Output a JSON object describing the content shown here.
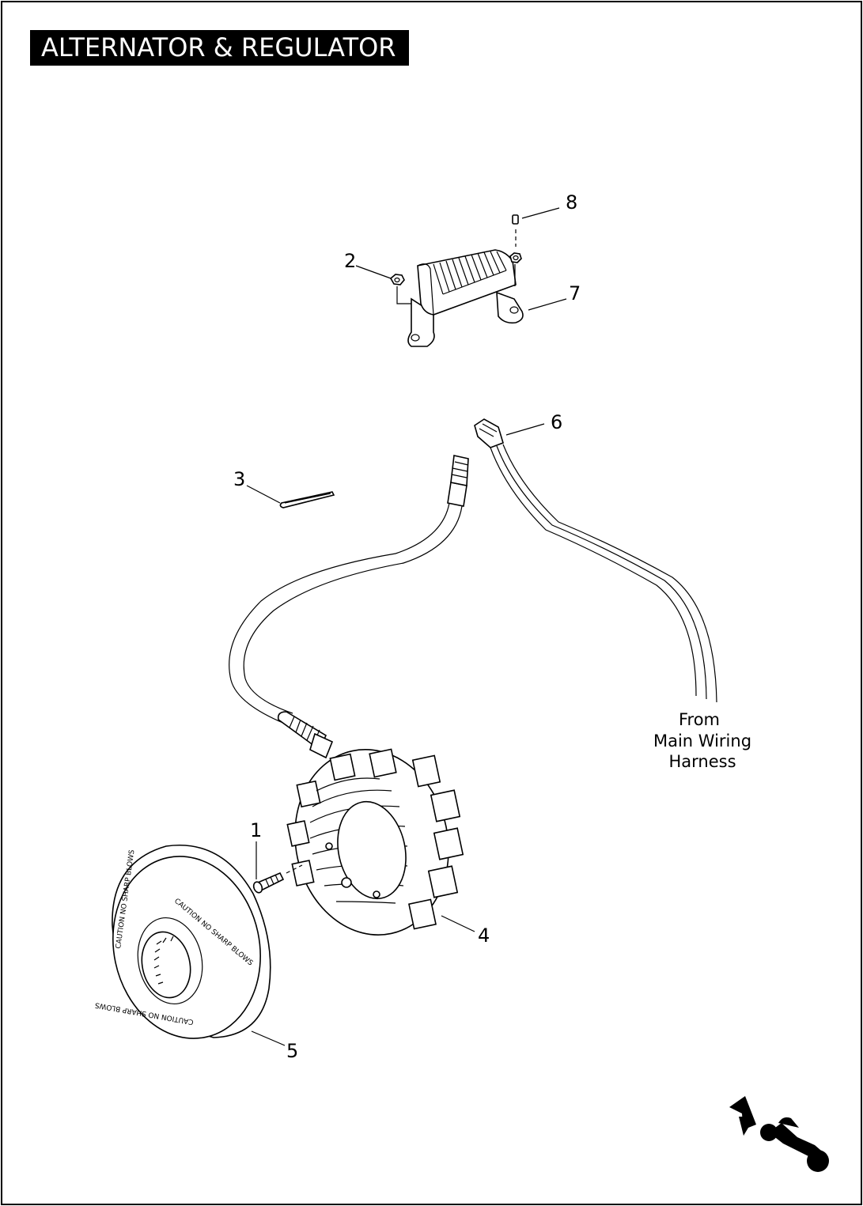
{
  "title": "ALTERNATOR & REGULATOR",
  "callouts": {
    "c1": "1",
    "c2": "2",
    "c3": "3",
    "c4": "4",
    "c5": "5",
    "c6": "6",
    "c7": "7",
    "c8": "8"
  },
  "note": {
    "line1": "From",
    "line2": "Main Wiring",
    "line3": "Harness"
  },
  "rotor_marking": "CAUTION NO SHARP BLOWS",
  "colors": {
    "ink": "#000000",
    "paper": "#ffffff"
  },
  "icons": {
    "orientation": "motorcycle-front-arrow-icon"
  }
}
